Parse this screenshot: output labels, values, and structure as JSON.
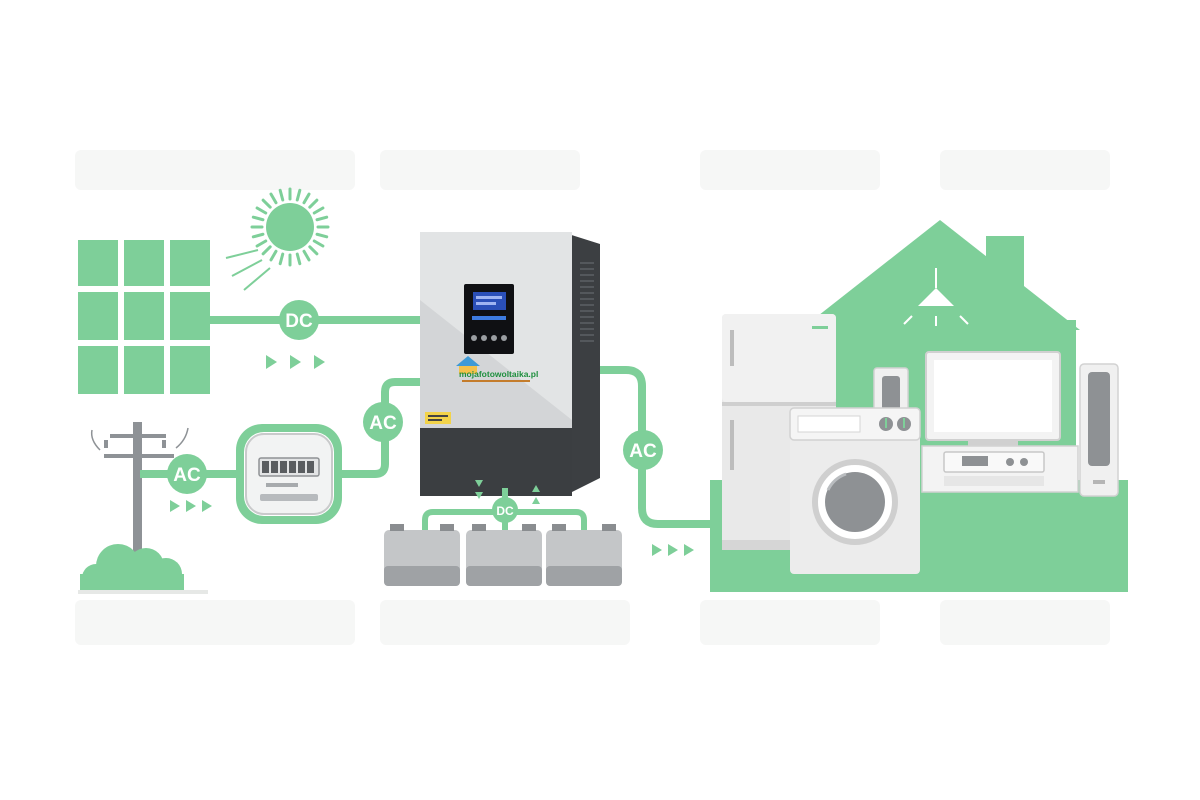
{
  "labels": {
    "dc_solar": "DC",
    "ac_grid": "AC",
    "ac_meter_to_inverter": "AC",
    "ac_inverter_to_home": "AC",
    "dc_battery": "DC"
  },
  "inverter": {
    "brand": "mojafotowoltaika.pl"
  },
  "colors": {
    "accent": "#7ecf99",
    "accent_dark": "#5bbf7e",
    "panel_grey": "#c7c9cb",
    "dark_grey": "#3a3d40",
    "appliance_light": "#eeeeee",
    "appliance_mid": "#d8d8d8",
    "ghost": "#f7f8f7"
  }
}
